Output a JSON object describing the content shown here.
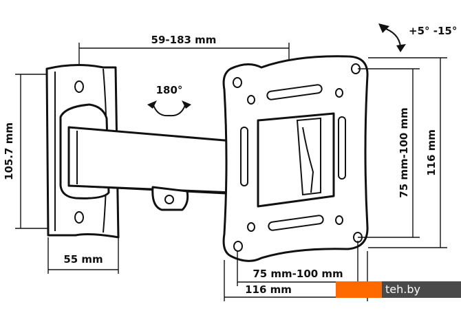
{
  "dimensions": {
    "arm_extension": "59-183 mm",
    "wall_plate_height": "105.7 mm",
    "wall_plate_width": "55 mm",
    "swivel": "180°",
    "tilt": "+5° -15°",
    "vesa_vertical": "75 mm-100 mm",
    "plate_height": "116 mm",
    "vesa_horizontal": "75 mm-100 mm",
    "plate_width": "116 mm"
  },
  "watermark": {
    "text": "teh.by",
    "accent": "#ff6a00",
    "background": "#4a4a4a"
  }
}
